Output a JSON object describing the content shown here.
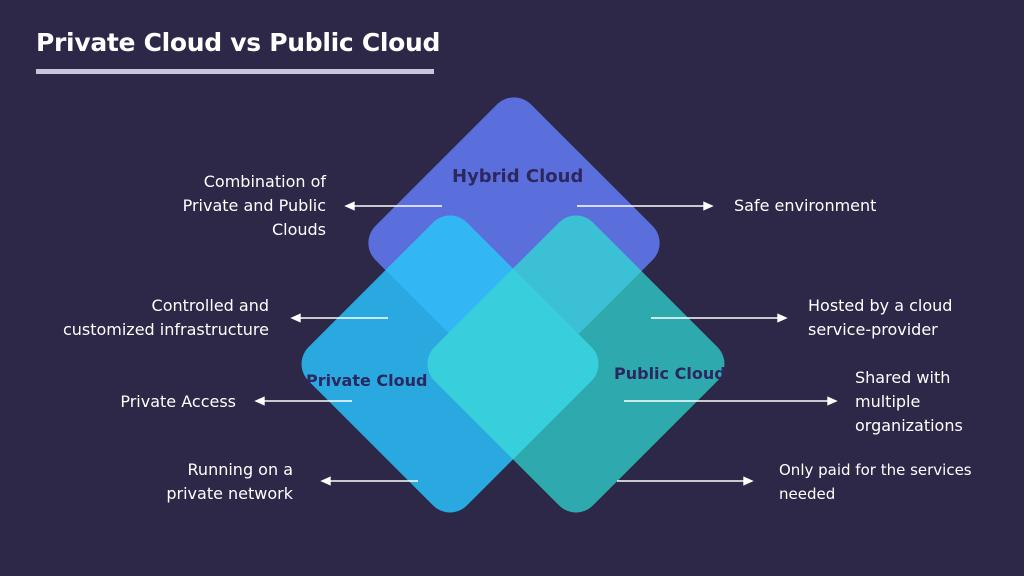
{
  "header": {
    "title": "Private Cloud vs Public Cloud"
  },
  "diagram": {
    "shapes": {
      "hybrid": "Hybrid Cloud",
      "private": "Private Cloud",
      "public": "Public Cloud"
    },
    "colors": {
      "background": "#2d2748",
      "hybrid": "#5b6fdc",
      "private": "#2ab4f0",
      "public": "#34c0c0",
      "center_overlap": "#3cd2df",
      "label_text": "#2d2760"
    },
    "left_notes": [
      "Combination of\nPrivate and Public\nClouds",
      "Controlled and\ncustomized infrastructure",
      "Private Access",
      "Running on a\nprivate network"
    ],
    "right_notes": [
      "Safe environment",
      "Hosted by a cloud\nservice-provider",
      "Shared with\nmultiple\norganizations",
      "Only paid for the services\nneeded"
    ]
  }
}
